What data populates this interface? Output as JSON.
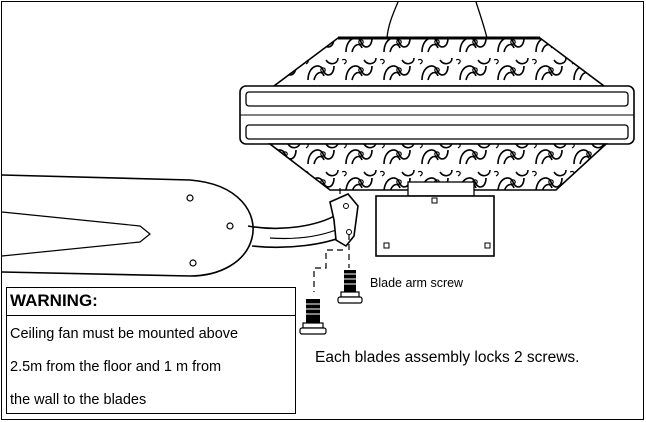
{
  "colors": {
    "stroke": "#000000",
    "background": "#ffffff"
  },
  "labels": {
    "blade_arm_screw": "Blade arm screw",
    "instruction": "Each blades assembly locks 2 screws."
  },
  "warning": {
    "title": "WARNING:",
    "lines": [
      "Ceiling fan must be mounted above",
      "2.5m from the floor and 1 m from",
      " the wall to the blades"
    ]
  },
  "icons": [
    "fan-motor-housing",
    "fan-blade",
    "blade-arm",
    "screw",
    "switch-housing"
  ]
}
